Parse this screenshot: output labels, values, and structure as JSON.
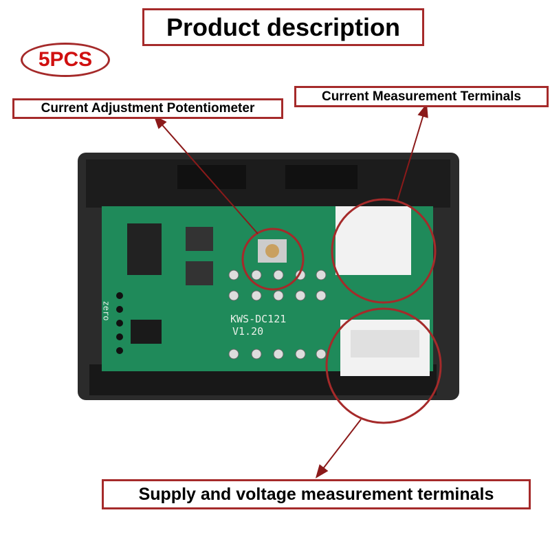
{
  "title": "Product description",
  "quantity_badge": "5PCS",
  "labels": {
    "potentiometer": "Current Adjustment Potentiometer",
    "current_terminals": "Current Measurement Terminals",
    "supply_terminals": "Supply and voltage measurement terminals"
  },
  "pcb": {
    "model": "KWS-DC121",
    "version": "V1.20",
    "zero_label": "zero"
  },
  "colors": {
    "accent": "#a52a2a",
    "badge_text": "#d01010",
    "pcb": "#1f8a5a",
    "housing": "#2a2a2a"
  }
}
